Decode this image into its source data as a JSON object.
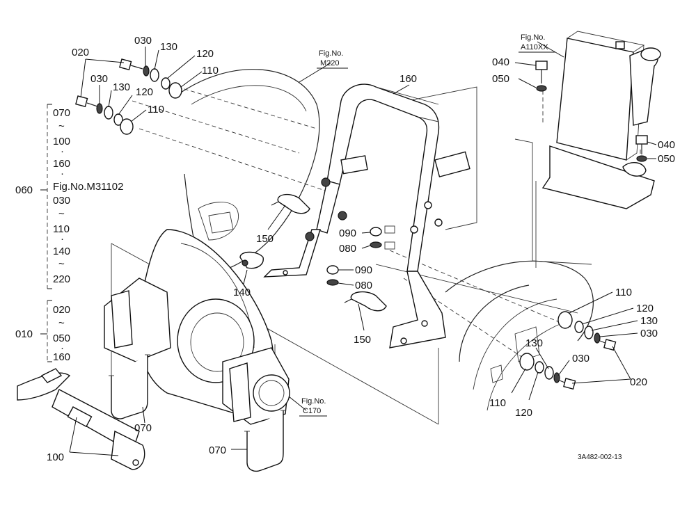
{
  "callouts": {
    "c020_top": "020",
    "c030_top": "030",
    "c130_top": "130",
    "c120_top": "120",
    "c110_top": "110",
    "c030_mid": "030",
    "c130_mid": "130",
    "c120_mid": "120",
    "c110_mid": "110",
    "c160": "160",
    "c040_top": "040",
    "c050_top": "050",
    "c040_right": "040",
    "c050_right": "050",
    "c150_upper": "150",
    "c140": "140",
    "c090_a": "090",
    "c080_a": "080",
    "c090_b": "090",
    "c080_b": "080",
    "c150_lower": "150",
    "c110_r1": "110",
    "c120_r1": "120",
    "c130_r1": "130",
    "c030_r1": "030",
    "c130_r2": "130",
    "c030_r2": "030",
    "c020_r": "020",
    "c110_r2": "110",
    "c120_r2": "120",
    "c070_left": "070",
    "c070_bottom": "070",
    "c100": "100",
    "c060": "060",
    "c010": "010"
  },
  "fig_refs": {
    "fig_label_1": "Fig.No.",
    "fig_code_1": "M220",
    "fig_label_2": "Fig.No.",
    "fig_code_2": "A110XX",
    "fig_label_3": "Fig.No.",
    "fig_code_3": "C170"
  },
  "stack_060": [
    "070",
    "~",
    "100",
    "·",
    "160",
    "·",
    "Fig.No.M31102",
    "030",
    "~",
    "110",
    "·",
    "140",
    "~",
    "220"
  ],
  "stack_010": [
    "020",
    "~",
    "050",
    "·",
    "160"
  ],
  "doc_number": "3A482-002-13"
}
